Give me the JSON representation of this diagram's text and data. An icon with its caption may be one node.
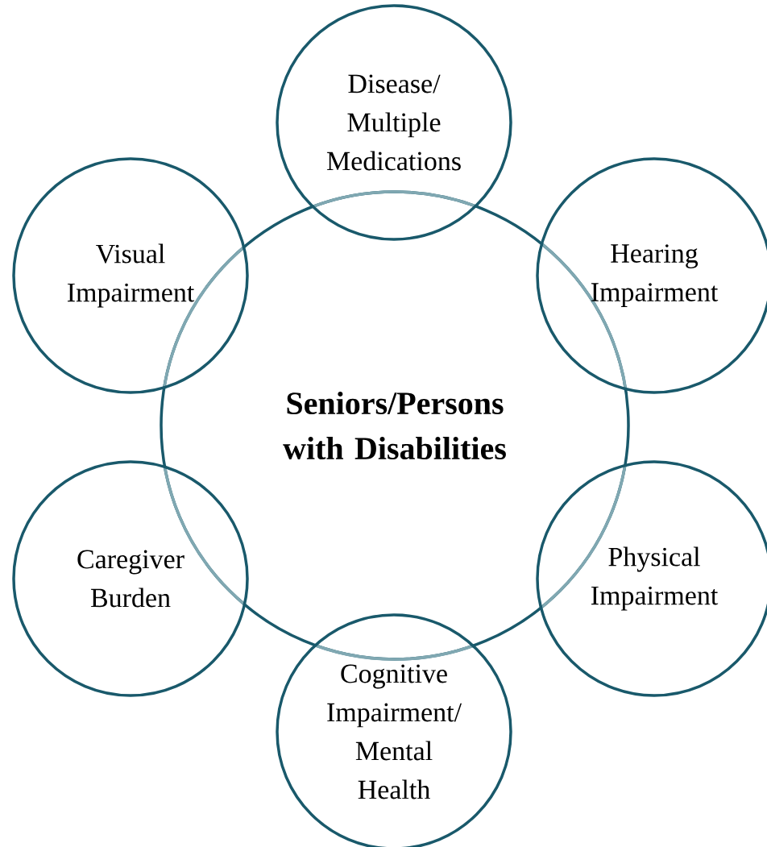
{
  "diagram": {
    "nodes": [
      {
        "text": [
          "Seniors/Persons with Disabilities"
        ]
      },
      {
        "text": [
          "Disease/ Multiple Medications"
        ]
      },
      {
        "text": [
          "Hearing Impairment"
        ]
      },
      {
        "text": [
          "Physical Impairment"
        ]
      },
      {
        "text": [
          "Cognitive Impairment/ Mental Health"
        ]
      },
      {
        "text": [
          "Caregiver Burden"
        ]
      },
      {
        "text": [
          "Visual Impairment"
        ]
      }
    ]
  }
}
